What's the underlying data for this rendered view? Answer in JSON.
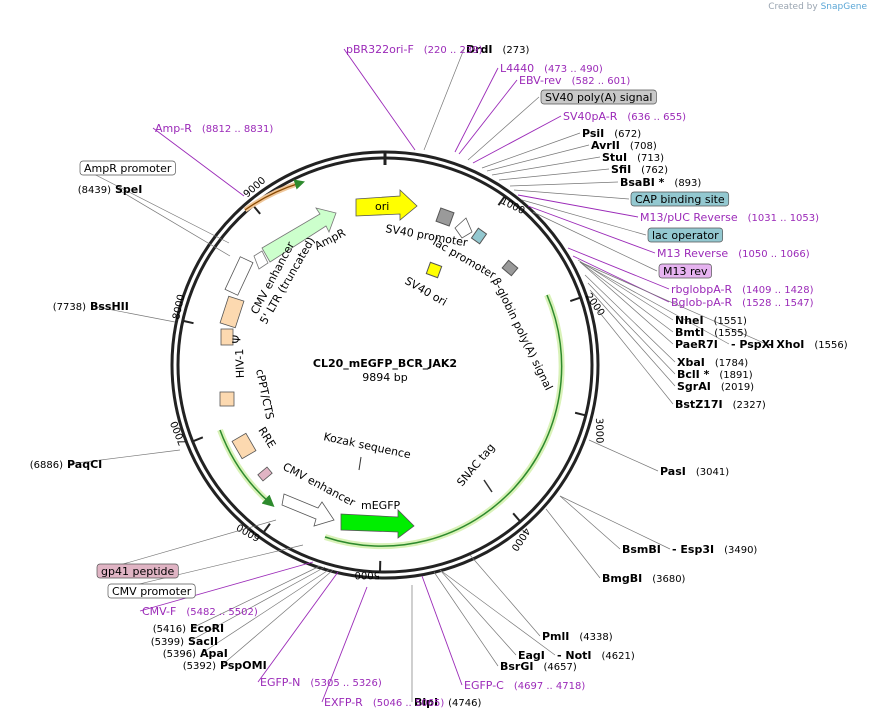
{
  "credit": {
    "prefix": "Created by",
    "brand": "SnapGene"
  },
  "plasmid": {
    "name": "CL20_mEGFP_BCR_JAK2",
    "length": "9894 bp"
  },
  "ticks": [
    "1000",
    "2000",
    "3000",
    "4000",
    "5000",
    "6000",
    "7000",
    "8000",
    "9000"
  ],
  "right_labels": [
    {
      "name": "DrdI",
      "pos": "(273)",
      "type": "enzyme"
    },
    {
      "name": "L4440",
      "pos": "(473 .. 490)",
      "type": "primer"
    },
    {
      "name": "EBV-rev",
      "pos": "(582 .. 601)",
      "type": "primer"
    },
    {
      "name": "SV40 poly(A) signal",
      "pos": "",
      "type": "box-gray"
    },
    {
      "name": "SV40pA-R",
      "pos": "(636 .. 655)",
      "type": "primer"
    },
    {
      "name": "PsiI",
      "pos": "(672)",
      "type": "enzyme"
    },
    {
      "name": "AvrII",
      "pos": "(708)",
      "type": "enzyme"
    },
    {
      "name": "StuI",
      "pos": "(713)",
      "type": "enzyme"
    },
    {
      "name": "SfiI",
      "pos": "(762)",
      "type": "enzyme"
    },
    {
      "name": "BsaBI *",
      "pos": "(893)",
      "type": "enzyme"
    },
    {
      "name": "CAP binding site",
      "pos": "",
      "type": "box-teal"
    },
    {
      "name": "M13/pUC Reverse",
      "pos": "(1031 .. 1053)",
      "type": "primer"
    },
    {
      "name": "lac operator",
      "pos": "",
      "type": "box-teal"
    },
    {
      "name": "M13 Reverse",
      "pos": "(1050 .. 1066)",
      "type": "primer"
    },
    {
      "name": "M13 rev",
      "pos": "",
      "type": "box-violet"
    },
    {
      "name": "rbglobpA-R",
      "pos": "(1409 .. 1428)",
      "type": "primer"
    },
    {
      "name": "Bglob-pA-R",
      "pos": "(1528 .. 1547)",
      "type": "primer"
    },
    {
      "name": "NheI",
      "pos": "(1551)",
      "type": "enzyme"
    },
    {
      "name": "BmtI",
      "pos": "(1555)",
      "type": "enzyme"
    },
    {
      "name": "PaeR7I",
      "pos": "",
      "type": "enzyme"
    },
    {
      "name": "- PspXI",
      "pos": "",
      "type": "enzyme"
    },
    {
      "name": "- XhoI",
      "pos": "(1556)",
      "type": "enzyme"
    },
    {
      "name": "XbaI",
      "pos": "(1784)",
      "type": "enzyme"
    },
    {
      "name": "BclI *",
      "pos": "(1891)",
      "type": "enzyme"
    },
    {
      "name": "SgrAI",
      "pos": "(2019)",
      "type": "enzyme"
    },
    {
      "name": "BstZ17I",
      "pos": "(2327)",
      "type": "enzyme"
    },
    {
      "name": "PasI",
      "pos": "(3041)",
      "type": "enzyme"
    },
    {
      "name": "BsmBI",
      "pos": "",
      "type": "enzyme"
    },
    {
      "name": "- Esp3I",
      "pos": "(3490)",
      "type": "enzyme"
    },
    {
      "name": "BmgBI",
      "pos": "(3680)",
      "type": "enzyme"
    },
    {
      "name": "PmlI",
      "pos": "(4338)",
      "type": "enzyme"
    },
    {
      "name": "EagI",
      "pos": "",
      "type": "enzyme"
    },
    {
      "name": "- NotI",
      "pos": "(4621)",
      "type": "enzyme"
    },
    {
      "name": "BsrGI",
      "pos": "(4657)",
      "type": "enzyme"
    },
    {
      "name": "EGFP-C",
      "pos": "(4697 .. 4718)",
      "type": "primer"
    },
    {
      "name": "BlpI",
      "pos": "(4746)",
      "type": "enzyme"
    },
    {
      "name": "EXFP-R",
      "pos": "(5046 .. 5065)",
      "type": "primer"
    }
  ],
  "left_labels": [
    {
      "name": "pBR322ori-F",
      "pos": "(220 .. 239)",
      "type": "primer"
    },
    {
      "name": "Amp-R",
      "pos": "(8812 .. 8831)",
      "type": "primer"
    },
    {
      "name": "AmpR promoter",
      "pos": "",
      "type": "box-white"
    },
    {
      "name": "SpeI",
      "pos": "(8439)",
      "type": "enzyme"
    },
    {
      "name": "BssHII",
      "pos": "(7738)",
      "type": "enzyme"
    },
    {
      "name": "PaqCI",
      "pos": "(6886)",
      "type": "enzyme"
    },
    {
      "name": "gp41 peptide",
      "pos": "",
      "type": "box-pink"
    },
    {
      "name": "CMV promoter",
      "pos": "",
      "type": "box-white"
    },
    {
      "name": "CMV-F",
      "pos": "(5482 .. 5502)",
      "type": "primer"
    },
    {
      "name": "EcoRI",
      "pos": "(5416)",
      "type": "enzyme"
    },
    {
      "name": "SacII",
      "pos": "(5399)",
      "type": "enzyme"
    },
    {
      "name": "ApaI",
      "pos": "(5396)",
      "type": "enzyme"
    },
    {
      "name": "PspOMI",
      "pos": "(5392)",
      "type": "enzyme"
    },
    {
      "name": "EGFP-N",
      "pos": "(5305 .. 5326)",
      "type": "primer"
    }
  ],
  "features": {
    "ori": "ori",
    "ampr": "AmpR",
    "sv40_promoter": "SV40 promoter",
    "lac_promoter": "lac promoter",
    "sv40_ori": "SV40 ori",
    "bglobin": "β-globin poly(A) signal",
    "cmv_enh_ltr": "CMV enhancer",
    "ltr": "5' LTR (truncated)",
    "psi": "Ψ",
    "hiv": "HIV-1",
    "cppt": "cPPT/CTS",
    "rre": "RRE",
    "kozak": "Kozak sequence",
    "cmv_enh": "CMV enhancer",
    "megfp": "mEGFP",
    "snac": "SNAC tag"
  },
  "colors": {
    "primer": "#9b2ab8",
    "ori": "#ffff00",
    "ampr": "#ccffcc",
    "megfp": "#00ee00",
    "gray_box": "#c8c8c8",
    "teal_box": "#93c8d0",
    "violet_box": "#e6b3f0",
    "pink_box": "#e0b4c4",
    "tan": "#fcd9b0",
    "orf": "#2d8a2d"
  }
}
